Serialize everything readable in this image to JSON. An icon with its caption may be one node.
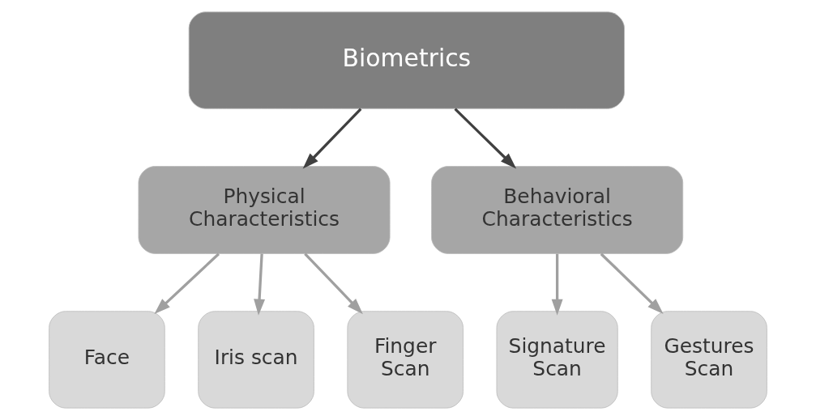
{
  "diagram": {
    "nodes": [
      {
        "text": [
          "Biometrics"
        ]
      },
      {
        "text": [
          "Physical Characteristics"
        ]
      },
      {
        "text": [
          "Behavioral Characteristics"
        ]
      },
      {
        "text": [
          "Face"
        ]
      },
      {
        "text": [
          "Iris scan"
        ]
      },
      {
        "text": [
          "Finger Scan"
        ]
      },
      {
        "text": [
          "Signature Scan"
        ]
      },
      {
        "text": [
          "Gestures Scan"
        ]
      }
    ],
    "edges": [
      {
        "from": 0,
        "to": 1,
        "arrow": "to",
        "color": "#404040"
      },
      {
        "from": 0,
        "to": 2,
        "arrow": "to",
        "color": "#404040"
      },
      {
        "from": 1,
        "to": 3,
        "arrow": "to"
      },
      {
        "from": 1,
        "to": 4,
        "arrow": "to"
      },
      {
        "from": 1,
        "to": 5,
        "arrow": "to"
      },
      {
        "from": 2,
        "to": 6,
        "arrow": "to"
      },
      {
        "from": 2,
        "to": 7,
        "arrow": "to"
      }
    ]
  }
}
